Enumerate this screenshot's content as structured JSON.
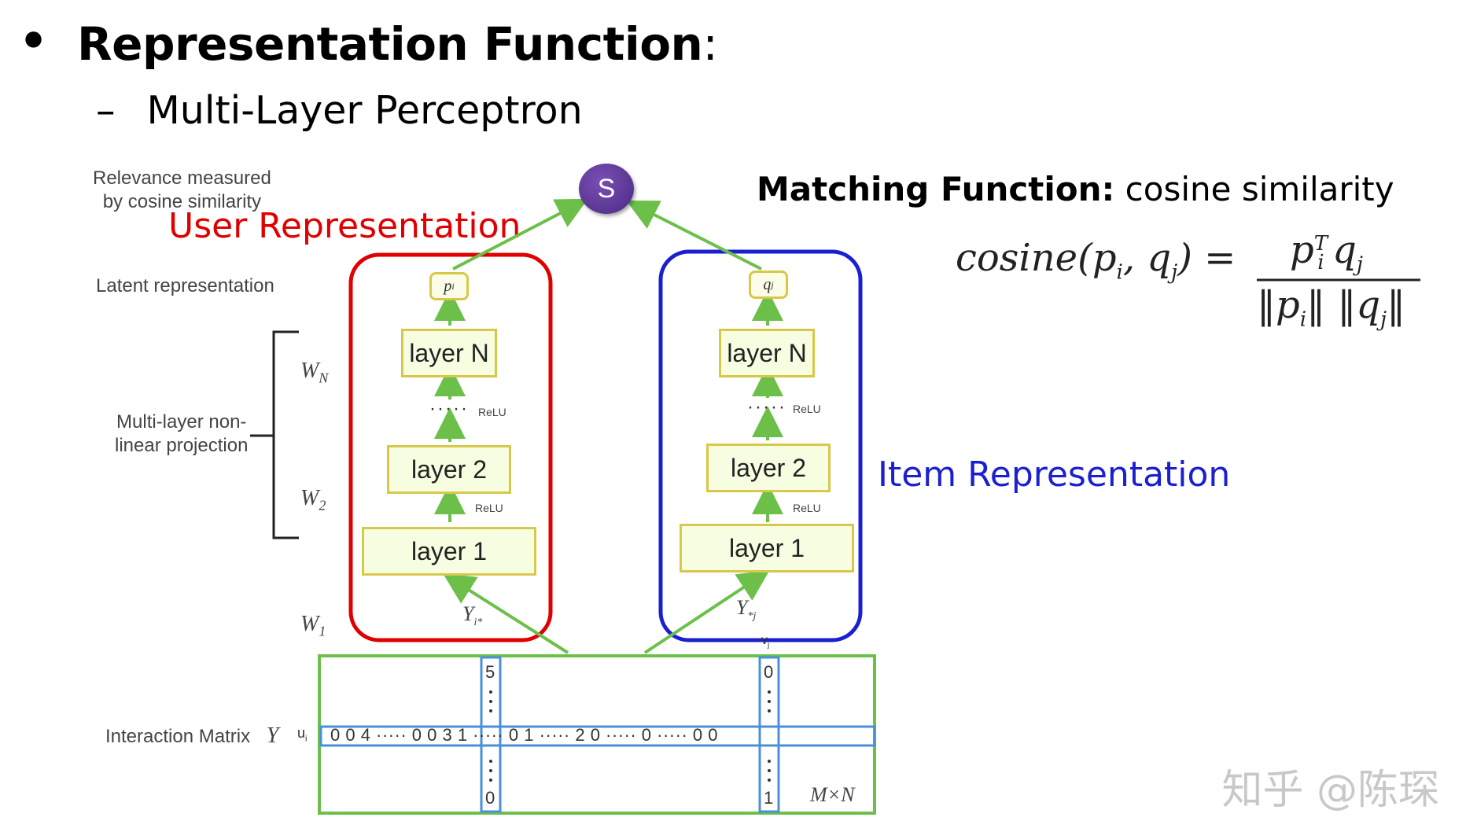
{
  "slide": {
    "bullet": "•",
    "title": "Representation Function",
    "title_colon": ":",
    "sub_dash": "–",
    "subtitle": "Multi-Layer Perceptron"
  },
  "labels": {
    "relevance_line1": "Relevance measured",
    "relevance_line2": "by cosine similarity",
    "latent": "Latent representation",
    "multilayer_line1": "Multi-layer non-",
    "multilayer_line2": "linear projection",
    "interaction": "Interaction Matrix",
    "interaction_symbol": "Y",
    "user_representation": "User Representation",
    "item_representation": "Item Representation",
    "matching_bold": "Matching Function:",
    "matching_rest": " cosine similarity"
  },
  "weights": {
    "wn": "W",
    "wn_sub": "N",
    "w2": "W",
    "w2_sub": "2",
    "w1": "W",
    "w1_sub": "1"
  },
  "node": {
    "s": "S"
  },
  "user_tower": {
    "vector": "p",
    "vector_sub": "i",
    "layer_n": "layer N",
    "layer_2": "layer 2",
    "layer_1": "layer 1",
    "dots": "·····",
    "relu": "ReLU",
    "input": "Y",
    "input_sub": "i*"
  },
  "item_tower": {
    "vector": "q",
    "vector_sub": "j",
    "layer_n": "layer N",
    "layer_2": "layer 2",
    "layer_1": "layer 1",
    "dots": "·····",
    "relu": "ReLU",
    "input": "Y",
    "input_sub": "*j"
  },
  "matrix": {
    "row_label": "u",
    "row_label_sub": "i",
    "col_label": "v",
    "col_label_sub": "j",
    "row_values": "0  0  4 ····· 0  0  3  1 ····· 0  1  ····· 2  0  ····· 0  ····· 0  0",
    "col_i_top": "5",
    "col_i_bottom": "0",
    "col_j_top": "0",
    "col_j_bottom": "1",
    "size": "M×N"
  },
  "formula": {
    "lhs": "cosine(p",
    "lhs_sub1": "i",
    "lhs_mid": ", q",
    "lhs_sub2": "j",
    "lhs_end": ") =",
    "num": "p",
    "num_sup": "T",
    "num_sub": "i",
    "num_q": "q",
    "num_q_sub": "j",
    "den": "‖p",
    "den_sub1": "i",
    "den_mid": "‖ ‖q",
    "den_sub2": "j",
    "den_end": "‖"
  },
  "watermark": "知乎 @陈琛",
  "colors": {
    "user_box": "#e00000",
    "item_box": "#1a20d0",
    "arrow": "#6cc04a",
    "matrix_border": "#6cc04a",
    "matrix_highlight": "#4a90d9",
    "layer_border": "#d8c84a",
    "node": "#5a3596"
  }
}
